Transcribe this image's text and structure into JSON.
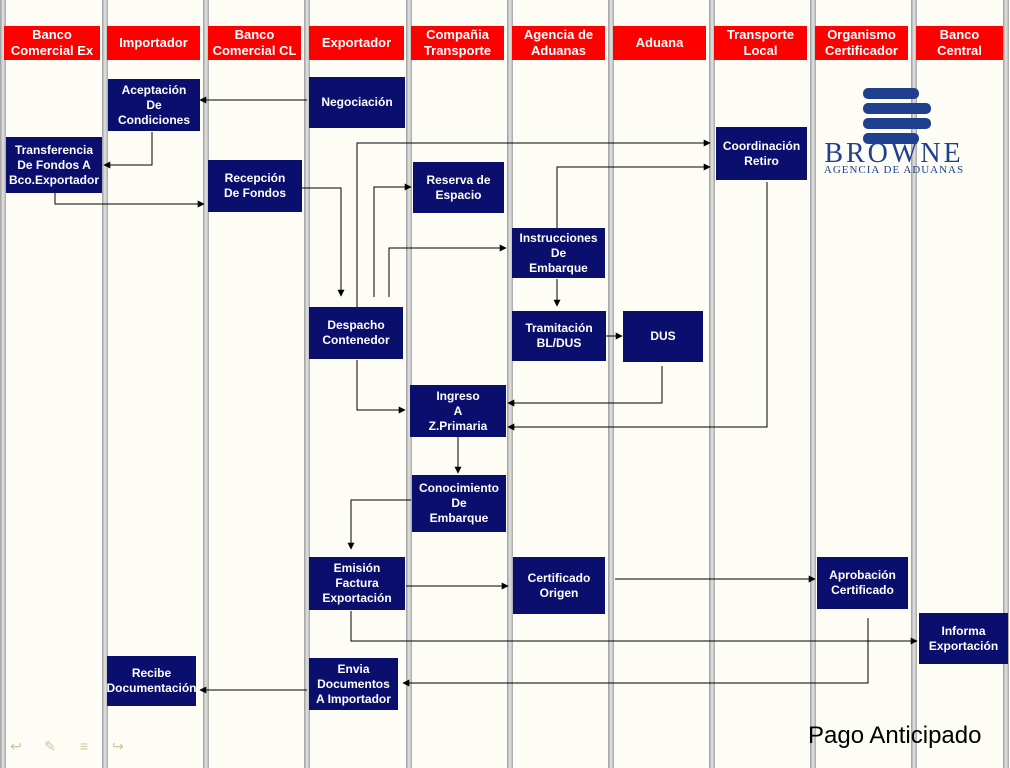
{
  "lanes": [
    {
      "label": "Banco\nComercial Ex"
    },
    {
      "label": "Importador"
    },
    {
      "label": "Banco\nComercial CL"
    },
    {
      "label": "Exportador"
    },
    {
      "label": "Compañia\nTransporte"
    },
    {
      "label": "Agencia de\nAduanas"
    },
    {
      "label": "Aduana"
    },
    {
      "label": "Transporte\nLocal"
    },
    {
      "label": "Organismo\nCertificador"
    },
    {
      "label": "Banco\nCentral"
    }
  ],
  "nodes": {
    "aceptacion": "Aceptación\nDe\nCondiciones",
    "negociacion": "Negociación",
    "transferencia": "Transferencia\nDe Fondos A\nBco.Exportador",
    "recepcion": "Recepción\nDe Fondos",
    "reserva": "Reserva de\nEspacio",
    "coordinacion": "Coordinación\nRetiro",
    "instrucciones": "Instrucciones\nDe\nEmbarque",
    "despacho": "Despacho\nContenedor",
    "tramitacion": "Tramitación\nBL/DUS",
    "dus": "DUS",
    "ingreso": "Ingreso\nA\nZ.Primaria",
    "conocimiento": "Conocimiento\nDe\nEmbarque",
    "emision": "Emisión\nFactura\nExportación",
    "certificado": "Certificado\nOrigen",
    "aprobacion": "Aprobación\nCertificado",
    "informa": "Informa\nExportación",
    "recibe": "Recibe\nDocumentación",
    "envia": "Envia\nDocumentos\nA Importador"
  },
  "logo": {
    "name": "BROWNE",
    "tagline": "AGENCIA DE ADUANAS",
    "color": "#1f3f8f"
  },
  "caption": "Pago Anticipado",
  "colors": {
    "header": "#ff0000",
    "box": "#0a0f6e",
    "background": "#fdfdf6"
  }
}
